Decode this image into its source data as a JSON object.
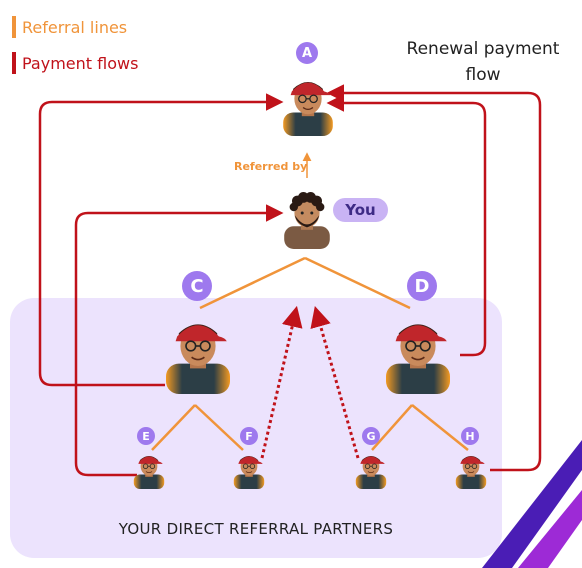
{
  "legend": {
    "referral": {
      "label": "Referral lines",
      "color": "#f0943a"
    },
    "payment": {
      "label": "Payment flows",
      "color": "#c0121a"
    }
  },
  "title": {
    "line1": "Renewal payment",
    "line2": "flow"
  },
  "referred_by_label": "Referred by",
  "you_label": "You",
  "zone_label": "YOUR DIRECT REFERRAL PARTNERS",
  "nodes": {
    "A": {
      "label": "A"
    },
    "C": {
      "label": "C"
    },
    "D": {
      "label": "D"
    },
    "E": {
      "label": "E"
    },
    "F": {
      "label": "F"
    },
    "G": {
      "label": "G"
    },
    "H": {
      "label": "H"
    }
  },
  "colors": {
    "zone_fill": "#ece3fd",
    "badge": "#9e79ee",
    "you_tag": "#c9b3f4",
    "accent_stripe_dark": "#4a1db5",
    "accent_stripe_light": "#9d2ad6"
  }
}
